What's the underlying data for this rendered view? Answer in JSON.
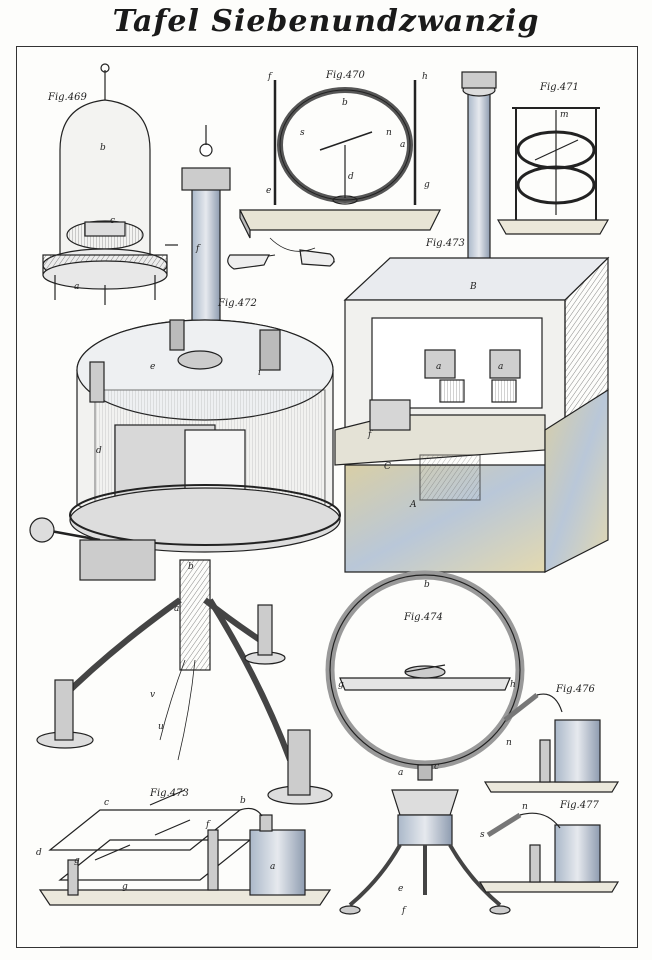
{
  "plate": {
    "title": "Tafel Siebenundzwanzig"
  },
  "figures": [
    {
      "id": "fig-469",
      "label": "Fig.469"
    },
    {
      "id": "fig-470",
      "label": "Fig.470"
    },
    {
      "id": "fig-471",
      "label": "Fig.471"
    },
    {
      "id": "fig-472",
      "label": "Fig.472"
    },
    {
      "id": "fig-473a",
      "label": "Fig.473"
    },
    {
      "id": "fig-474",
      "label": "Fig.474"
    },
    {
      "id": "fig-473b",
      "label": "Fig.473"
    },
    {
      "id": "fig-476",
      "label": "Fig.476"
    },
    {
      "id": "fig-477",
      "label": "Fig.477"
    }
  ],
  "letters": {
    "f469": [
      "b",
      "c",
      "a"
    ],
    "f470": [
      "f",
      "h",
      "b",
      "s",
      "n",
      "a",
      "d",
      "e",
      "g"
    ],
    "f471": [
      "m"
    ],
    "f472": [
      "f",
      "e",
      "i",
      "d",
      "b",
      "a",
      "v",
      "u"
    ],
    "f473a": [
      "B",
      "a",
      "a",
      "f",
      "C",
      "A"
    ],
    "f474": [
      "b",
      "g",
      "h",
      "a",
      "c",
      "e",
      "f"
    ],
    "f473b": [
      "c",
      "b",
      "d",
      "g",
      "a",
      "f",
      "g"
    ],
    "f476": [
      "n"
    ],
    "f477": [
      "n",
      "s"
    ]
  }
}
